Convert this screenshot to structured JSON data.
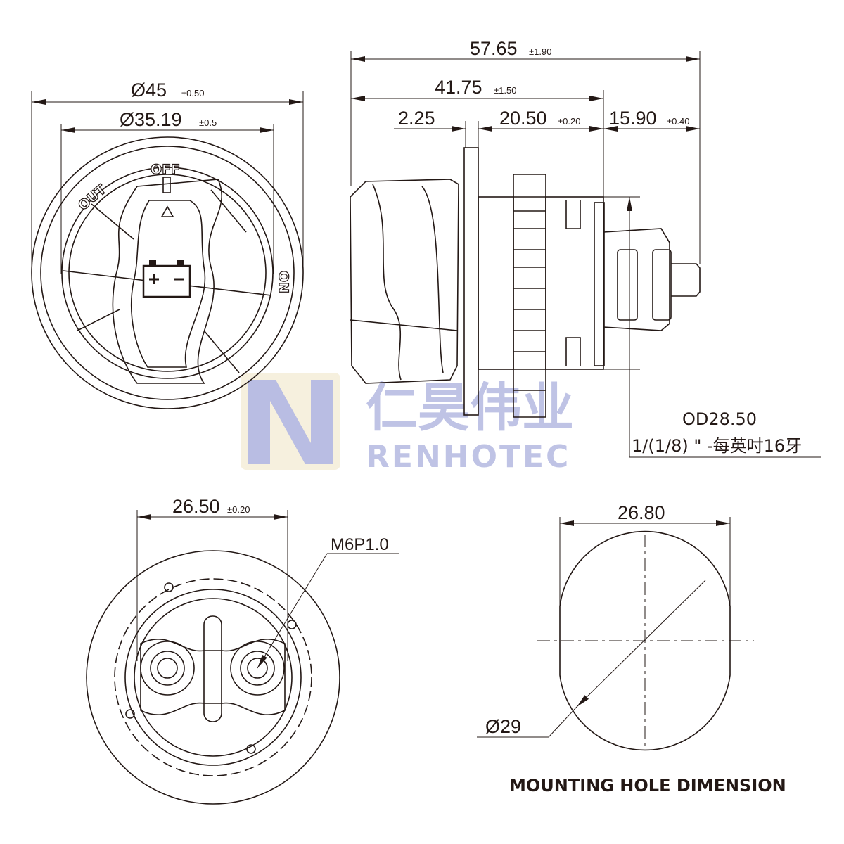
{
  "front_view": {
    "dim_outer": {
      "value": "Ø45",
      "tol": "±0.50"
    },
    "dim_inner": {
      "value": "Ø35.19",
      "tol": "±0.5"
    },
    "labels": {
      "off": "OFF",
      "out": "OUT",
      "on": "ON"
    },
    "icons": [
      "battery-icon",
      "triangle-indicator-icon"
    ]
  },
  "side_view": {
    "dim_total": {
      "value": "57.65",
      "tol": "±1.90"
    },
    "dim_body": {
      "value": "41.75",
      "tol": "±1.50"
    },
    "dim_flange": {
      "value": "2.25"
    },
    "dim_thread": {
      "value": "20.50",
      "tol": "±0.20"
    },
    "dim_terminal": {
      "value": "15.90",
      "tol": "±0.40"
    },
    "note_od": "OD28.50",
    "note_thread": "1/(1/8) \" -每英吋16牙"
  },
  "rear_view": {
    "dim_terminals": {
      "value": "26.50",
      "tol": "±0.20"
    },
    "thread_callout": "M6P1.0"
  },
  "mounting_hole": {
    "dim_flat": "26.80",
    "dim_dia": "Ø29",
    "title": "MOUNTING HOLE DIMENSION"
  },
  "watermark": {
    "cn": "仁昊伟业",
    "en": "RENHOTEC"
  }
}
